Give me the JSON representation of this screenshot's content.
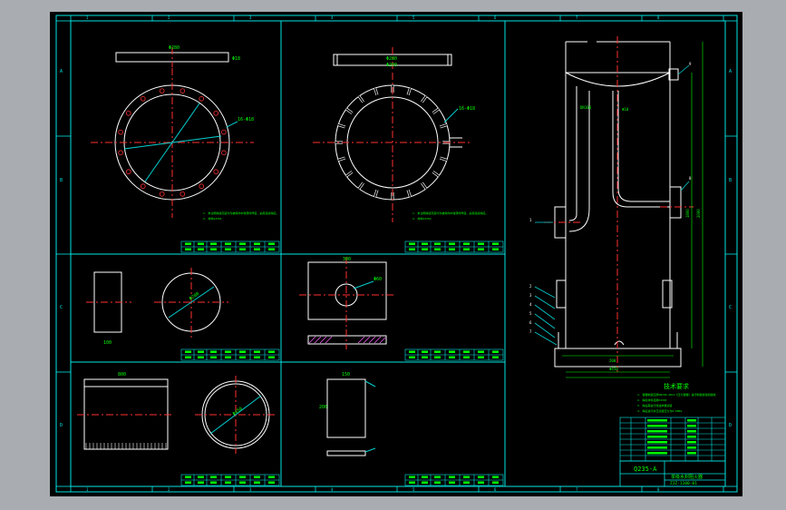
{
  "colors": {
    "background": "#a9adb1",
    "paper": "#000000",
    "frame": "#00e5e5",
    "object": "#ffffff",
    "center_line": "#ff3030",
    "dimension": "#00ff00",
    "leader": "#00d0d0",
    "section": "#ff60ff"
  },
  "zone_letters": [
    "A",
    "B",
    "C",
    "D"
  ],
  "zone_numbers": [
    "1",
    "2",
    "3",
    "4",
    "5",
    "6",
    "7",
    "8"
  ],
  "views": {
    "flange": {
      "dims": [
        "Φ280",
        "Φ18",
        "16-Φ18"
      ],
      "note": "1. 未注明焊缝高度均为被焊件中较薄件厚度，采用连续焊接。",
      "note_cont": "2. 材料Q235A"
    },
    "slotted_flange": {
      "dims": [
        "Φ280",
        "Φ200",
        "16-Φ18"
      ],
      "note": "1. 未注明焊缝高度均为被焊件中较薄件厚度，采用连续焊接。",
      "note_cont": "2. 材料Q235A"
    },
    "disc": {
      "dims": [
        "Φ200",
        "100"
      ]
    },
    "plate": {
      "dims": [
        "300",
        "Φ60"
      ]
    },
    "shell": {
      "dims": [
        "Φ450",
        "800"
      ]
    },
    "sheet": {
      "dims": [
        "150",
        "200"
      ]
    },
    "assembly": {
      "part_numbers": [
        "1",
        "2",
        "3",
        "4",
        "5",
        "6",
        "7",
        "8",
        "9"
      ],
      "dims": [
        "DN100",
        "Φ10",
        "Φ450",
        "1800",
        "2000",
        "200"
      ]
    }
  },
  "technical_requirements": {
    "title": "技术要求",
    "lines": [
      "1. 容器制造应按GB150-2011《压力容器》进行制造检验和验收",
      "2. 焊接材料选用E4303",
      "3. 焊后需进行煤油渗漏试验",
      "4. 焊后进行水压试验压力为0.6MPa"
    ]
  },
  "title_block": {
    "material": "Q235-A",
    "drawing_name": "单级水封阻火器",
    "drawing_no": "ZJZ-1100-01"
  }
}
